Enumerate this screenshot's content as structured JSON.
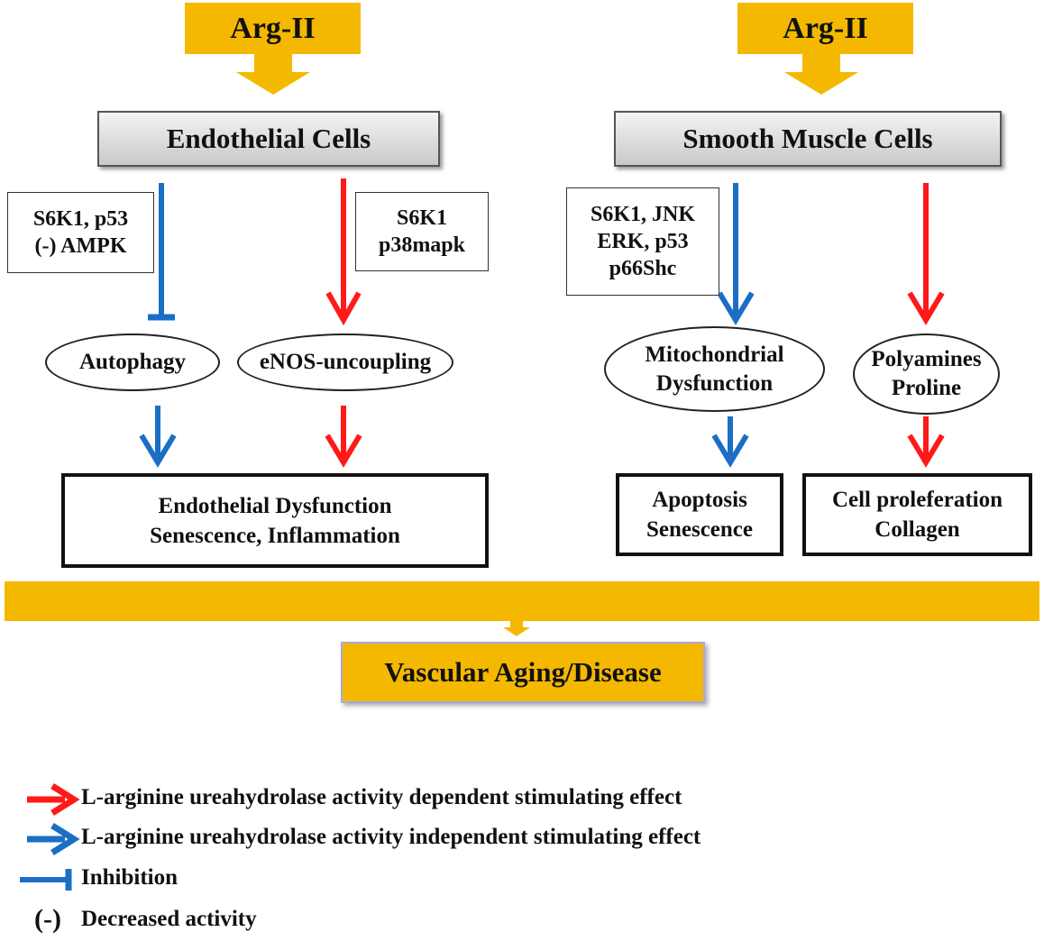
{
  "left": {
    "arg": "Arg-II",
    "cell": "Endothelial Cells",
    "inhibit_factors": [
      "S6K1, p53",
      "(-) AMPK"
    ],
    "stim_factors": [
      "S6K1",
      "p38mapk"
    ],
    "oval_a": "Autophagy",
    "oval_b": "eNOS-uncoupling",
    "outcome": [
      "Endothelial Dysfunction",
      "Senescence, Inflammation"
    ]
  },
  "right": {
    "arg": "Arg-II",
    "cell": "Smooth Muscle Cells",
    "factors": [
      "S6K1, JNK",
      "ERK, p53",
      "p66Shc"
    ],
    "oval_a": [
      "Mitochondrial",
      "Dysfunction"
    ],
    "oval_b": [
      "Polyamines",
      "Proline"
    ],
    "outcome_a": [
      "Apoptosis",
      "Senescence"
    ],
    "outcome_b": [
      "Cell proleferation",
      "Collagen"
    ]
  },
  "result": "Vascular Aging/Disease",
  "legend": {
    "red": "L-arginine ureahydrolase activity dependent stimulating effect",
    "blue": "L-arginine ureahydrolase activity independent stimulating effect",
    "inhibition": "Inhibition",
    "decreased_symbol": "(-)",
    "decreased": "Decreased activity"
  },
  "colors": {
    "red": "#ff1a1a",
    "blue": "#1a6fc4",
    "gold": "#f5b800"
  }
}
